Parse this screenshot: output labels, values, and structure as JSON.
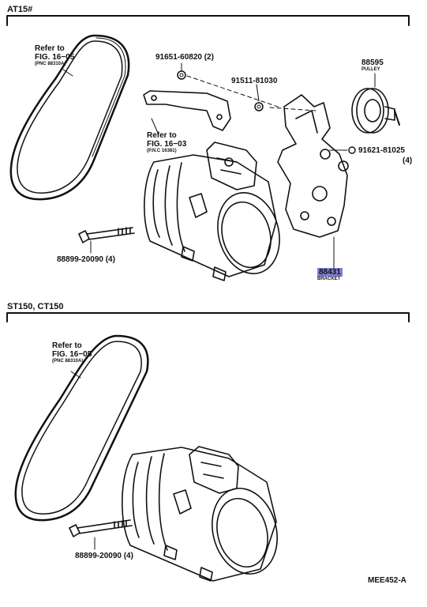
{
  "sections": {
    "top_title": "AT15#",
    "bottom_title": "ST150, CT150"
  },
  "top": {
    "belt": {
      "line1": "Refer to",
      "line2": "FIG. 16−05",
      "line3": "(PNC 88310A)"
    },
    "nut": "91651-60820 (2)",
    "washer_part": "91511-81030",
    "pulley_part": "88595",
    "pulley_name": "PULLEY",
    "bracket_ref": {
      "line1": "Refer to",
      "line2": "FIG. 16−03",
      "line3": "(P.N.C 16381)"
    },
    "bolt_side": "91621-81025",
    "bolt_side_qty": "(4)",
    "bolt_main": "88899-20090 (4)",
    "bracket_part": "88431",
    "bracket_name": "BRACKET"
  },
  "bottom": {
    "belt": {
      "line1": "Refer to",
      "line2": "FIG. 16−05",
      "line3": "(PNC 88310A)"
    },
    "bolt_main": "88899-20090 (4)"
  },
  "footer_code": "MEE452-A",
  "colors": {
    "ink": "#111111",
    "highlight": "#7f7fd8",
    "background": "#ffffff"
  },
  "icons": [
    "v-belt-icon",
    "compressor-icon",
    "bracket-icon",
    "pulley-icon",
    "bolt-icon",
    "nut-icon"
  ]
}
